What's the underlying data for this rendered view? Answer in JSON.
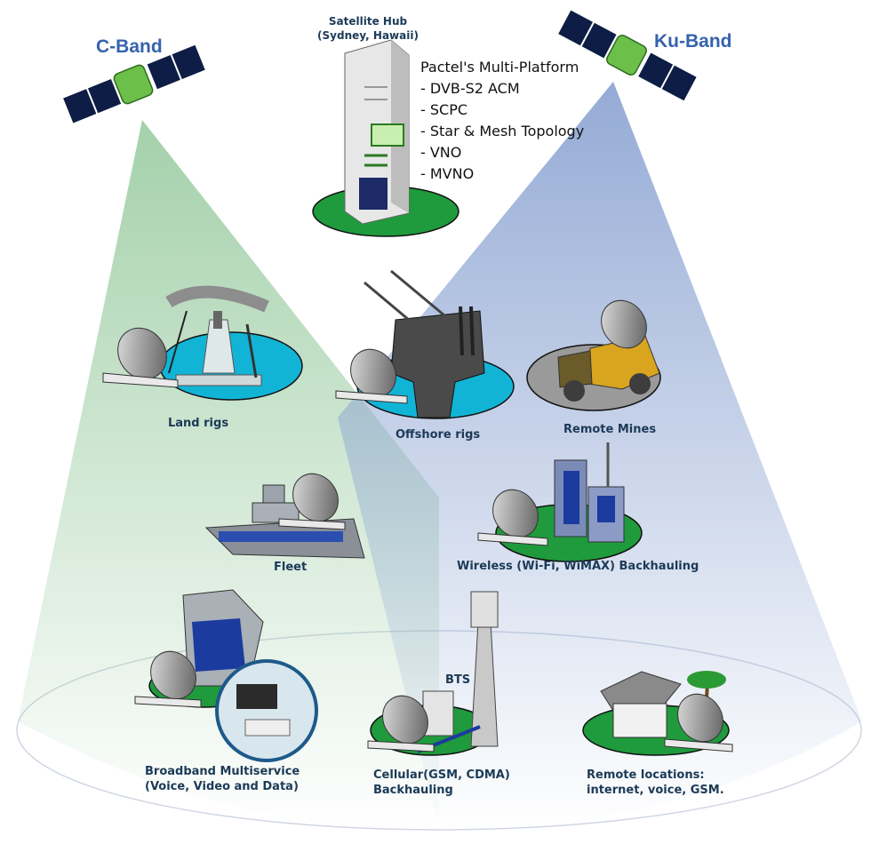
{
  "bands": {
    "c_band": "C-Band",
    "ku_band": "Ku-Band"
  },
  "hub": {
    "title_line1": "Satellite Hub",
    "title_line2": "(Sydney, Hawaii)",
    "platform_title": "Pactel's Multi-Platform",
    "features": [
      "- DVB-S2 ACM",
      "- SCPC",
      "- Star & Mesh Topology",
      "- VNO",
      "- MVNO"
    ]
  },
  "sites": {
    "land_rigs": "Land rigs",
    "offshore_rigs": "Offshore rigs",
    "remote_mines": "Remote Mines",
    "fleet": "Fleet",
    "wireless": "Wireless (Wi-Fi, WiMAX) Backhauling",
    "bts": "BTS",
    "broadband_line1": "Broadband Multiservice",
    "broadband_line2": "(Voice, Video and Data)",
    "cellular_line1": "Cellular(GSM, CDMA)",
    "cellular_line2": "Backhauling",
    "remote_line1": "Remote locations:",
    "remote_line2": "internet, voice, GSM."
  },
  "colors": {
    "c_band_beam": "#9fcea6",
    "ku_band_beam": "#8fa6d3",
    "label_text": "#1b3a57",
    "band_text": "#3563ad",
    "ground_green": "#1f9a3c",
    "ground_cyan": "#12b4d6",
    "ground_grey": "#9a9a9a"
  }
}
